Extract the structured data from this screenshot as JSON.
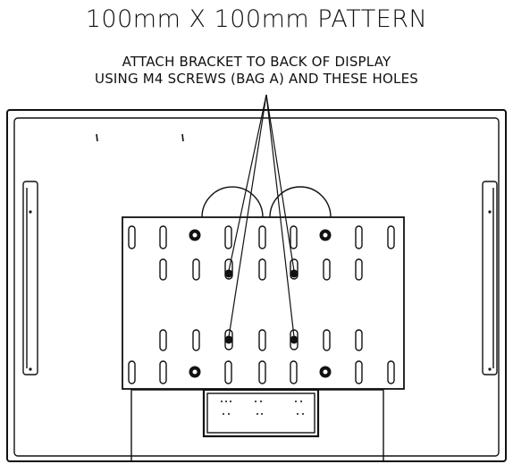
{
  "title": "100mm X 100mm PATTERN",
  "instruction": {
    "line1": "ATTACH BRACKET TO BACK OF DISPLAY",
    "line2": "USING M4 SCREWS (BAG A) AND THESE HOLES"
  }
}
